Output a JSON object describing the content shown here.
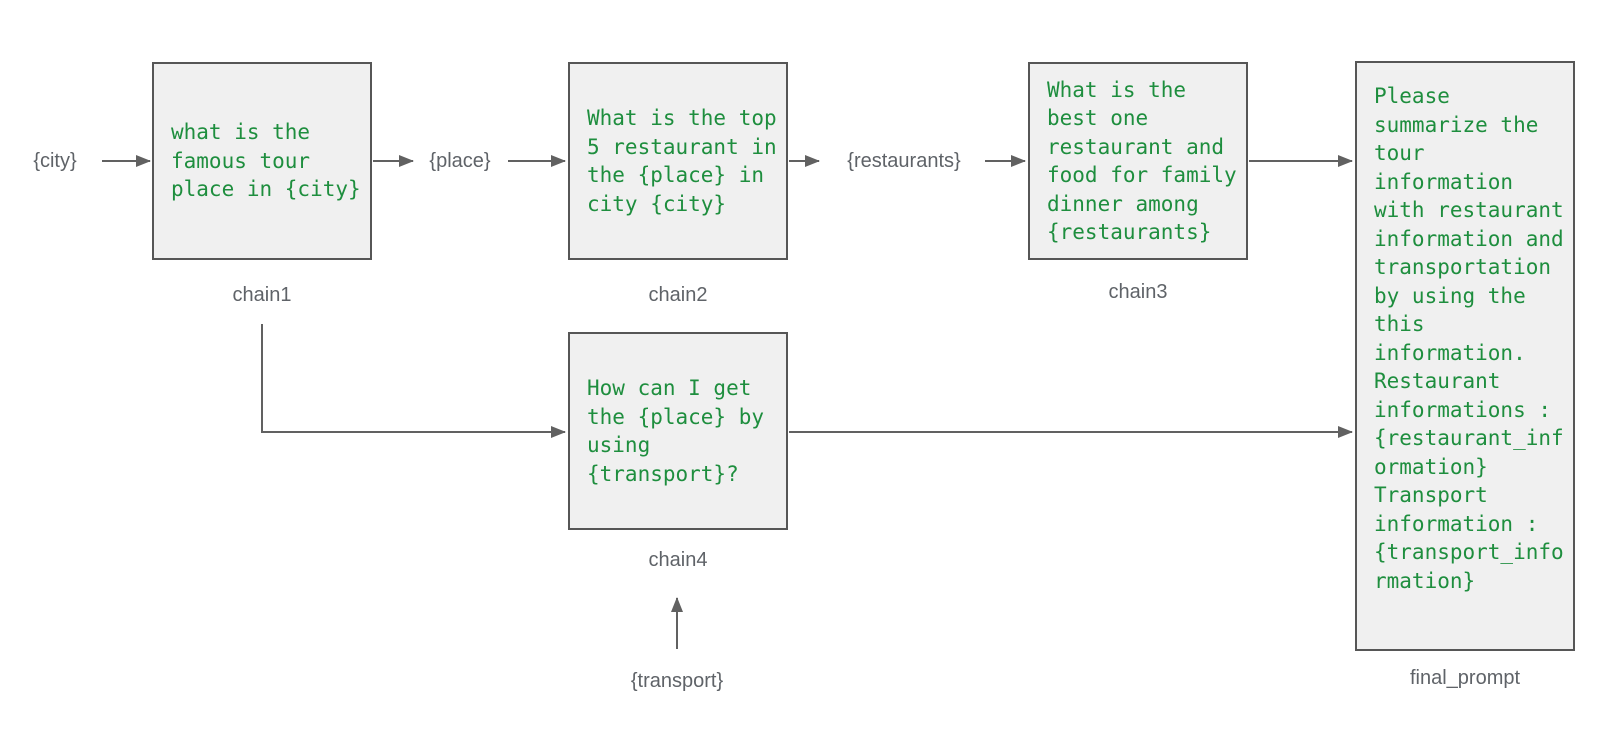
{
  "diagram_title": "prompt-chaining-flow",
  "colors": {
    "box_fill": "#f0f0f0",
    "box_border": "#565656",
    "prompt_text": "#1e8e3e",
    "label_text": "#5f6368",
    "arrow": "#616161",
    "background": "#ffffff"
  },
  "nodes": {
    "chain1": {
      "caption": "chain1",
      "text": "what is the\nfamous tour\nplace in {city}"
    },
    "chain2": {
      "caption": "chain2",
      "text": "What is the top\n5 restaurant in\nthe {place} in\ncity {city}"
    },
    "chain3": {
      "caption": "chain3",
      "text": "What is the\nbest one\nrestaurant and\nfood for family\ndinner among\n{restaurants}"
    },
    "chain4": {
      "caption": "chain4",
      "text": "How can I get\nthe {place} by\nusing\n{transport}?"
    },
    "final_prompt": {
      "caption": "final_prompt",
      "text": "Please\nsummarize the\ntour\ninformation\nwith restaurant\ninformation and\ntransportation\nby using the\nthis\ninformation.\nRestaurant\ninformations :\n{restaurant_inf\normation}\nTransport\ninformation :\n{transport_info\nrmation}"
    }
  },
  "labels": {
    "city": "{city}",
    "place": "{place}",
    "restaurants": "{restaurants}",
    "transport": "{transport}"
  }
}
